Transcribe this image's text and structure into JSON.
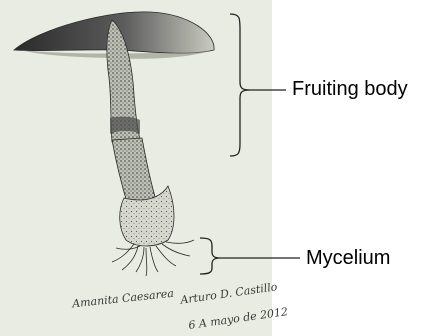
{
  "labels": {
    "fruiting_body": "Fruiting body",
    "mycelium": "Mycelium"
  },
  "signature": {
    "species": "Amanita Caesarea",
    "artist": "Arturo D. Castillo",
    "date": "6 A mayo de 2012"
  },
  "colors": {
    "paper": "#e9ece2",
    "ink": "#2b2b2b",
    "bracket": "#222222"
  }
}
